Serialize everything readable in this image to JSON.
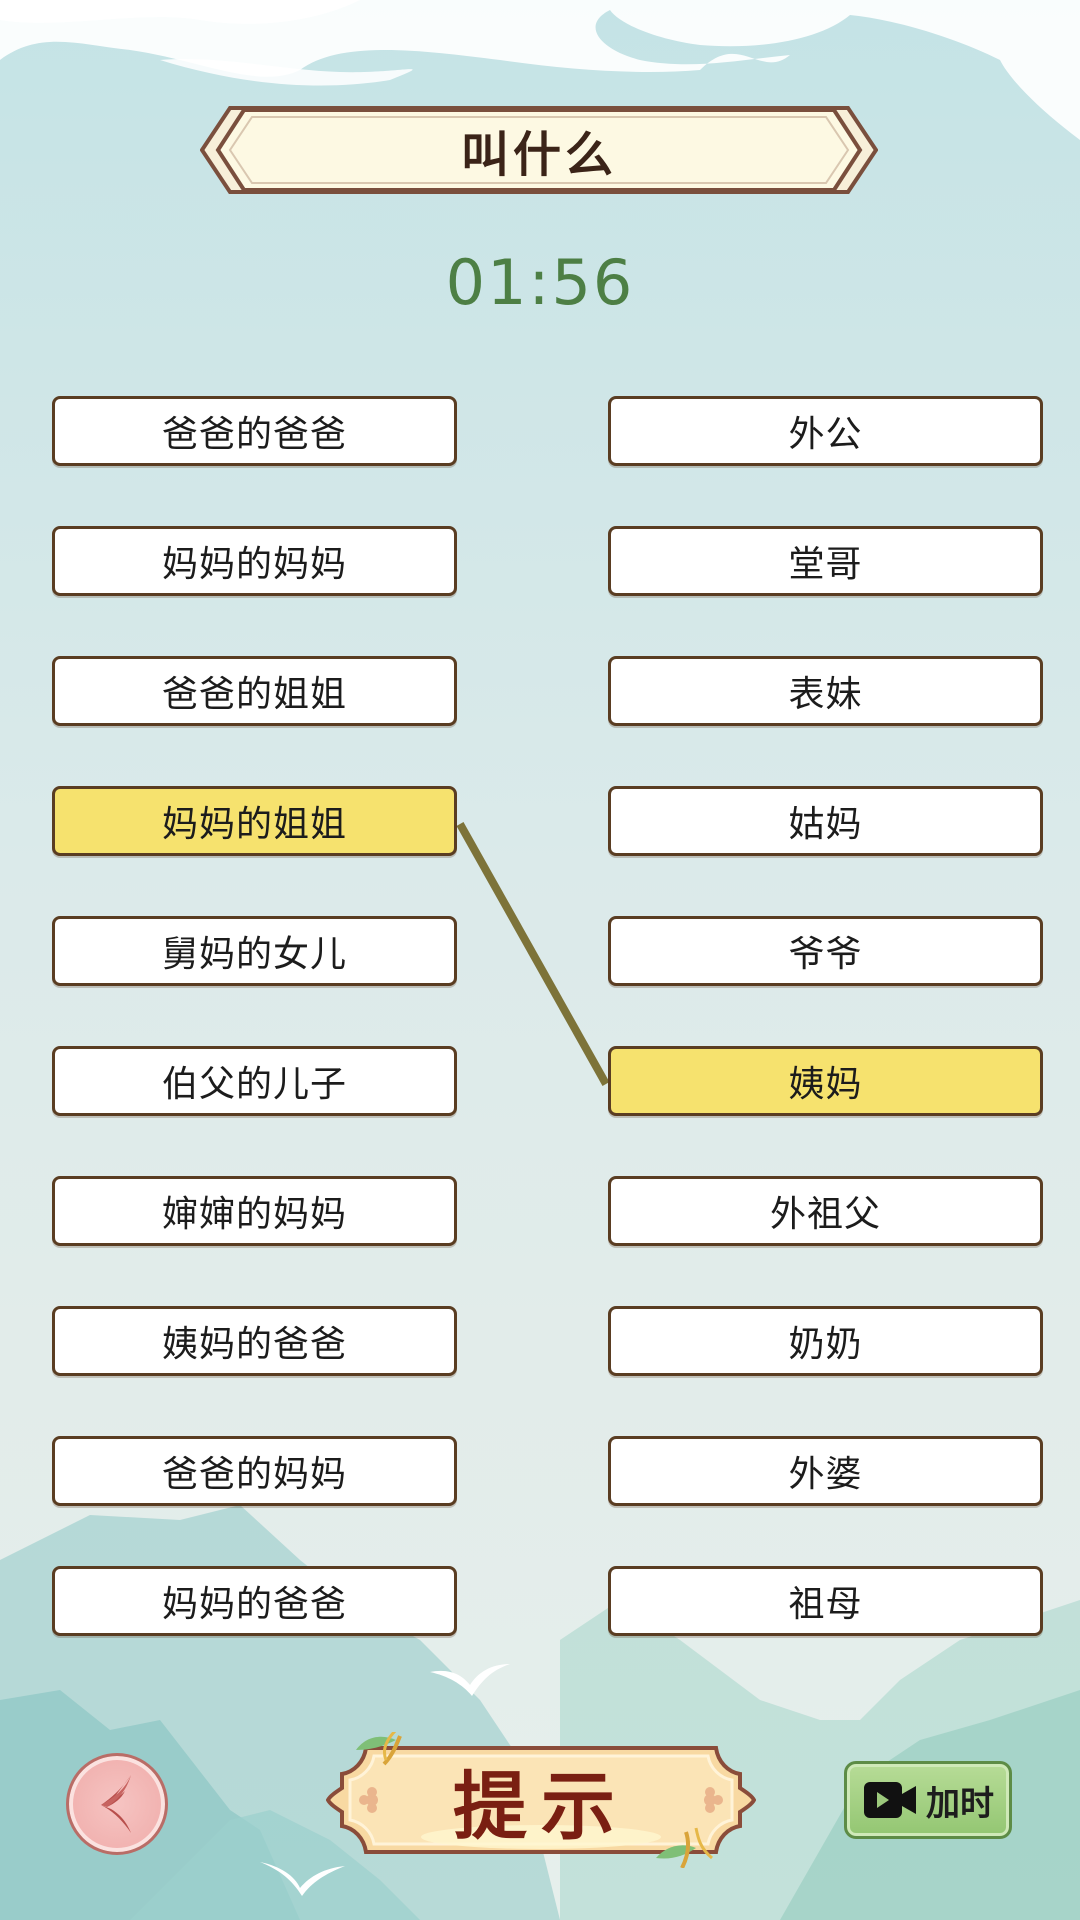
{
  "header": {
    "title": "叫什么",
    "timer": "01:56"
  },
  "left_items": [
    {
      "label": "爸爸的爸爸",
      "selected": false
    },
    {
      "label": "妈妈的妈妈",
      "selected": false
    },
    {
      "label": "爸爸的姐姐",
      "selected": false
    },
    {
      "label": "妈妈的姐姐",
      "selected": true
    },
    {
      "label": "舅妈的女儿",
      "selected": false
    },
    {
      "label": "伯父的儿子",
      "selected": false
    },
    {
      "label": "婶婶的妈妈",
      "selected": false
    },
    {
      "label": "姨妈的爸爸",
      "selected": false
    },
    {
      "label": "爸爸的妈妈",
      "selected": false
    },
    {
      "label": "妈妈的爸爸",
      "selected": false
    }
  ],
  "right_items": [
    {
      "label": "外公",
      "selected": false
    },
    {
      "label": "堂哥",
      "selected": false
    },
    {
      "label": "表妹",
      "selected": false
    },
    {
      "label": "姑妈",
      "selected": false
    },
    {
      "label": "爷爷",
      "selected": false
    },
    {
      "label": "姨妈",
      "selected": true
    },
    {
      "label": "外祖父",
      "selected": false
    },
    {
      "label": "奶奶",
      "selected": false
    },
    {
      "label": "外婆",
      "selected": false
    },
    {
      "label": "祖母",
      "selected": false
    }
  ],
  "connection": {
    "from": "妈妈的姐姐",
    "to": "姨妈",
    "color": "#7d7339"
  },
  "footer": {
    "back_icon": "back-arrow-icon",
    "hint_label": "提示",
    "add_time_label": "加时",
    "add_time_icon": "video-camera-icon"
  },
  "colors": {
    "selected_bg": "#f6e26e",
    "cell_border": "#5a3d22",
    "timer": "#4d7f45",
    "title_text": "#3b2418",
    "hint_text": "#7a1f12"
  }
}
